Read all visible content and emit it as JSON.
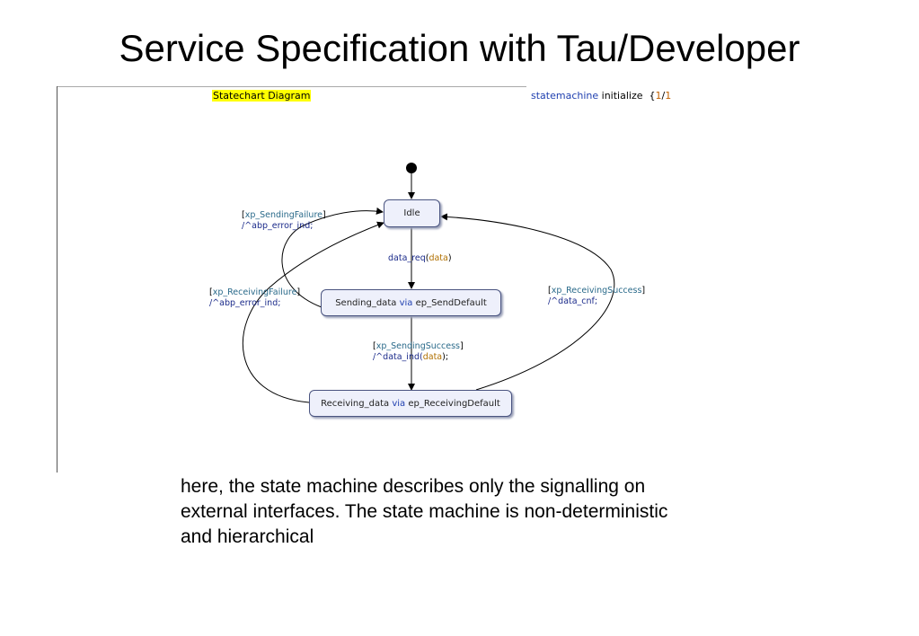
{
  "title": "Service Specification with Tau/Developer",
  "diagram": {
    "header_left": "Statechart Diagram",
    "header_keyword": "statemachine",
    "header_name": "initialize",
    "header_open": "{",
    "header_page": "1",
    "header_sep": "/",
    "header_total": "1",
    "states": {
      "idle": "Idle",
      "sending_name": "Sending_data",
      "sending_via": "via",
      "sending_ep": "ep_SendDefault",
      "receiving_name": "Receiving_data",
      "receiving_via": "via",
      "receiving_ep": "ep_ReceivingDefault"
    },
    "transitions": {
      "sending_failure_guard": "xp_SendingFailure",
      "sending_failure_action": "/^abp_error_ind;",
      "receiving_failure_guard": "xp_ReceivingFailure",
      "receiving_failure_action": "/^abp_error_ind;",
      "data_req_signal": "data_req",
      "data_req_arg": "data",
      "receiving_success_guard": "xp_ReceivingSuccess",
      "receiving_success_action": "/^data_cnf;",
      "sending_success_guard": "xp_SendingSuccess",
      "sending_success_action": "/^data_ind(",
      "sending_success_arg": "data",
      "sending_success_end": ");"
    }
  },
  "caption": "here, the state machine describes only the signalling on external interfaces. The state machine is non-deterministic and hierarchical"
}
